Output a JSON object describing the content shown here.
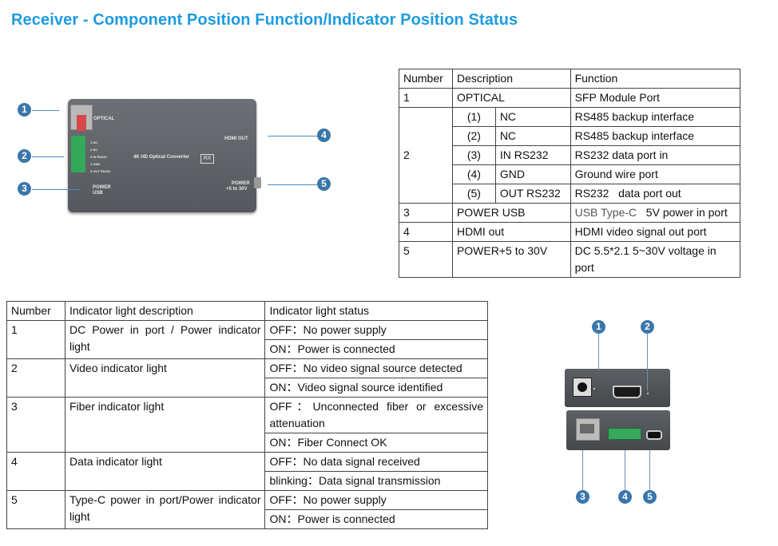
{
  "title": "Receiver - Component Position Function/Indicator Position Status",
  "device_top": {
    "labels": {
      "optical": "OPTICAL",
      "hdmi_out": "HDMI OUT",
      "product": "4K HD Optical Converter",
      "rx": "RX",
      "power_usb_1": "POWER",
      "power_usb_2": "USB",
      "power_dc_1": "POWER",
      "power_dc_2": "+5 to 30V",
      "term": [
        "1 NC",
        "2 NC",
        "3 IN RS232",
        "4 GND",
        "5 OUT RS232"
      ]
    },
    "badges": [
      "1",
      "2",
      "3",
      "4",
      "5"
    ]
  },
  "device_bottom": {
    "badges": [
      "1",
      "2",
      "3",
      "4",
      "5"
    ]
  },
  "component_table": {
    "headers": [
      "Number",
      "Description",
      "Function"
    ],
    "r1": {
      "num": "1",
      "desc": "OPTICAL",
      "func": "SFP Module Port"
    },
    "r2": {
      "num": "2",
      "sub": [
        {
          "n": "(1)",
          "d": "NC",
          "f": "RS485 backup interface"
        },
        {
          "n": "(2)",
          "d": "NC",
          "f": "RS485 backup interface"
        },
        {
          "n": "(3)",
          "d": "IN RS232",
          "f": "RS232 data port in"
        },
        {
          "n": "(4)",
          "d": "GND",
          "f": "Ground wire port"
        },
        {
          "n": "(5)",
          "d": "OUT RS232",
          "f": "RS232   data port out"
        }
      ]
    },
    "r3": {
      "num": "3",
      "desc": "POWER USB",
      "func_a": "USB Type-C",
      "func_b": "   5V power in port"
    },
    "r4": {
      "num": "4",
      "desc": "HDMI out",
      "func": "HDMI video signal out port"
    },
    "r5": {
      "num": "5",
      "desc": "POWER+5 to 30V",
      "func": "DC 5.5*2.1 5~30V voltage in port"
    }
  },
  "indicator_table": {
    "headers": [
      "Number",
      "Indicator light description",
      "Indicator light status"
    ],
    "rows": [
      {
        "num": "1",
        "desc": "DC Power in port / Power indicator light",
        "s1": "OFF：No power supply",
        "s2": "ON：Power is connected"
      },
      {
        "num": "2",
        "desc": "Video indicator light",
        "s1": "OFF：No video signal source detected",
        "s2": "ON：Video signal source identified"
      },
      {
        "num": "3",
        "desc": "Fiber indicator light",
        "s1": "OFF：Unconnected fiber or excessive attenuation",
        "s2": "ON：Fiber Connect OK"
      },
      {
        "num": "4",
        "desc": "Data indicator light",
        "s1": "OFF：No data signal received",
        "s2": "blinking：Data signal transmission"
      },
      {
        "num": "5",
        "desc": "Type-C power in port/Power indicator light",
        "s1": "OFF：No power supply",
        "s2": "ON：Power is connected"
      }
    ]
  }
}
